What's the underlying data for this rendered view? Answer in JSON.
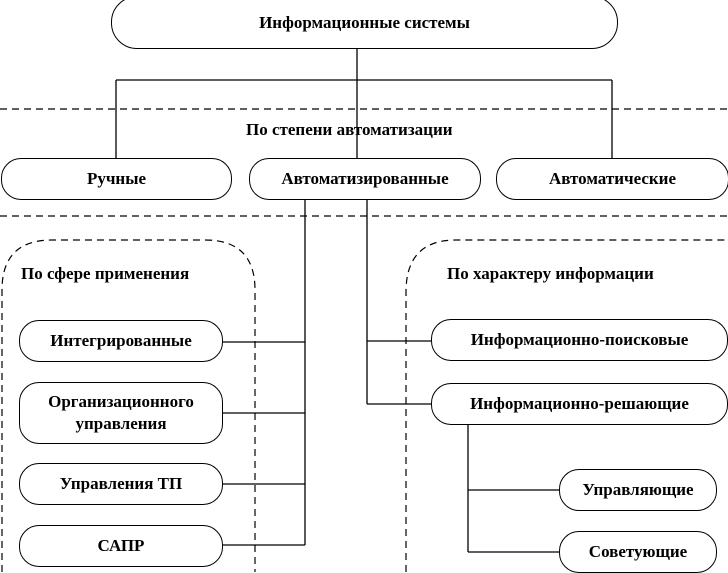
{
  "root": "Информационные системы",
  "automation": {
    "heading": "По степени  автоматизации",
    "items": [
      "Ручные",
      "Автоматизированные",
      "Автоматические"
    ]
  },
  "sphere": {
    "heading": "По сфере применения",
    "items": [
      "Интегрированные",
      "Организационного управления",
      "Управления ТП",
      "САПР"
    ]
  },
  "info_type": {
    "heading": "По характеру информации",
    "items": [
      "Информационно-поисковые",
      "Информационно-решающие"
    ],
    "subitems": [
      "Управляющие",
      "Советующие"
    ]
  }
}
